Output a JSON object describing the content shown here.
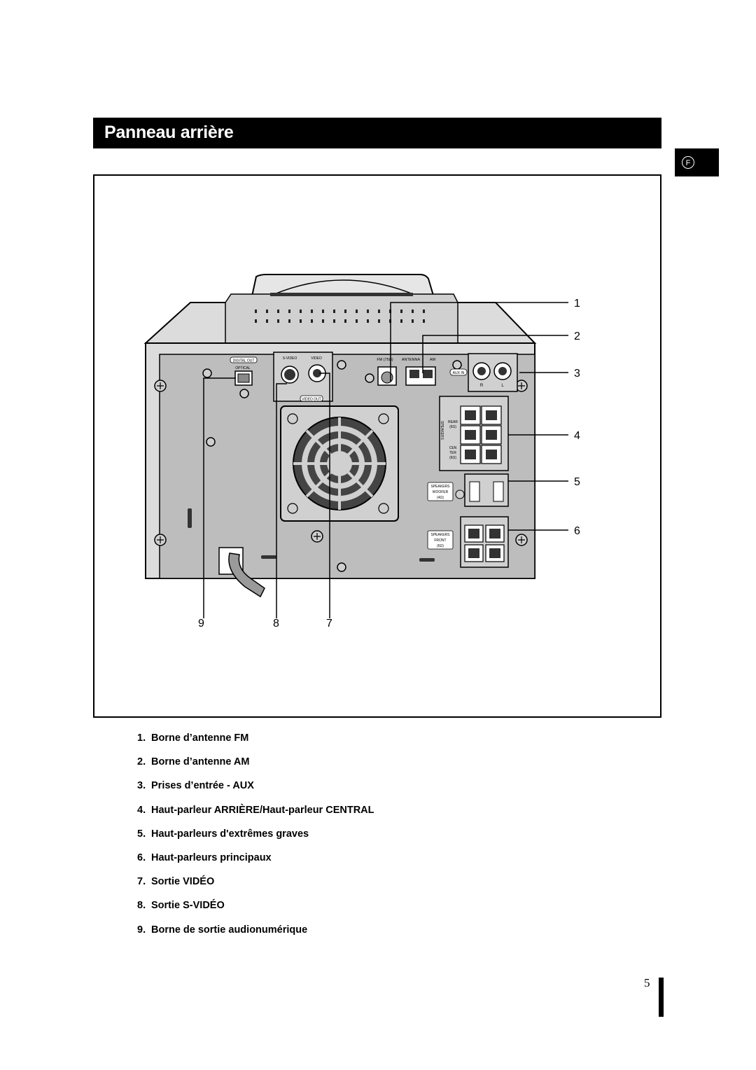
{
  "section_title": "Panneau arrière",
  "language_tab": "F",
  "callouts": [
    "1",
    "2",
    "3",
    "4",
    "5",
    "6",
    "7",
    "8",
    "9"
  ],
  "panel_labels": {
    "digital_out": "DIGITAL OUT",
    "optical": "OPTICAL",
    "s_video": "S-VIDEO",
    "video": "VIDEO",
    "video_out": "VIDEO OUT",
    "fm": "FM (75Ω)",
    "antenna": "ANTENNA",
    "am": "AM",
    "aux_in": "AUX IN",
    "r": "R",
    "l": "L",
    "speakers_vertical": "SPEAKERS",
    "rear": "REAR",
    "rear_ohm": "(6Ω)",
    "center": "CEN",
    "center2": "TER",
    "center_ohm": "(6Ω)",
    "woofer_speakers": "SPEAKERS",
    "woofer": "WOOFER",
    "woofer_ohm": "(4Ω)",
    "front_speakers": "SPEAKERS",
    "front": "FRONT",
    "front_ohm": "(6Ω)"
  },
  "legend": [
    {
      "num": "1.",
      "text": "Borne d’antenne FM"
    },
    {
      "num": "2.",
      "text": "Borne d’antenne AM"
    },
    {
      "num": "3.",
      "text": "Prises d’entrée - AUX"
    },
    {
      "num": "4.",
      "text": "Haut-parleur ARRIÈRE/Haut-parleur CENTRAL"
    },
    {
      "num": "5.",
      "text": "Haut-parleurs d'extrêmes graves"
    },
    {
      "num": "6.",
      "text": "Haut-parleurs principaux"
    },
    {
      "num": "7.",
      "text": "Sortie VIDÉO"
    },
    {
      "num": "8.",
      "text": "Sortie S-VIDÉO"
    },
    {
      "num": "9.",
      "text": "Borne de sortie audionumérique"
    }
  ],
  "page_number": "5",
  "colors": {
    "panel": "#bdbdbd",
    "body": "#dcdcdc",
    "dark": "#555555",
    "title_bg": "#000000"
  }
}
